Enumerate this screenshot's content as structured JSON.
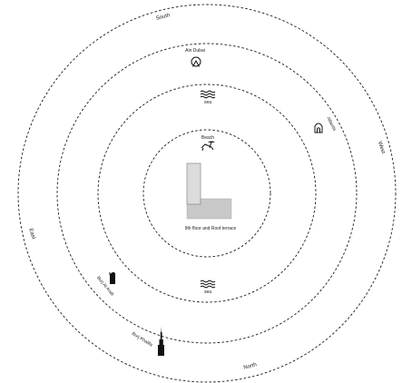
{
  "diagram": {
    "directions": {
      "south": "South",
      "west": "West",
      "east": "East",
      "north": "North"
    },
    "landmarks": {
      "ain_dubai": "Ain Dubai",
      "sea_top": "sea",
      "beach": "Beach",
      "atlantis": "Atlantis",
      "building": "9th floor and Roof terrace",
      "sea_bottom": "sea",
      "burj_al_arab": "Burj Al Arab",
      "burj_khalifa": "Burj Khalifa"
    },
    "icons": {
      "ferris_wheel": "ferris-wheel-icon",
      "waves": "waves-icon",
      "lounger": "beach-lounger-icon",
      "atlantis": "atlantis-hotel-icon",
      "burj_al_arab": "burj-al-arab-icon",
      "burj_khalifa": "burj-khalifa-icon"
    },
    "colors": {
      "ring_stroke": "#1a1a1a",
      "building_tall": "#d8d8d8",
      "building_low": "#c8c8c8",
      "building_stroke": "#888888"
    }
  }
}
